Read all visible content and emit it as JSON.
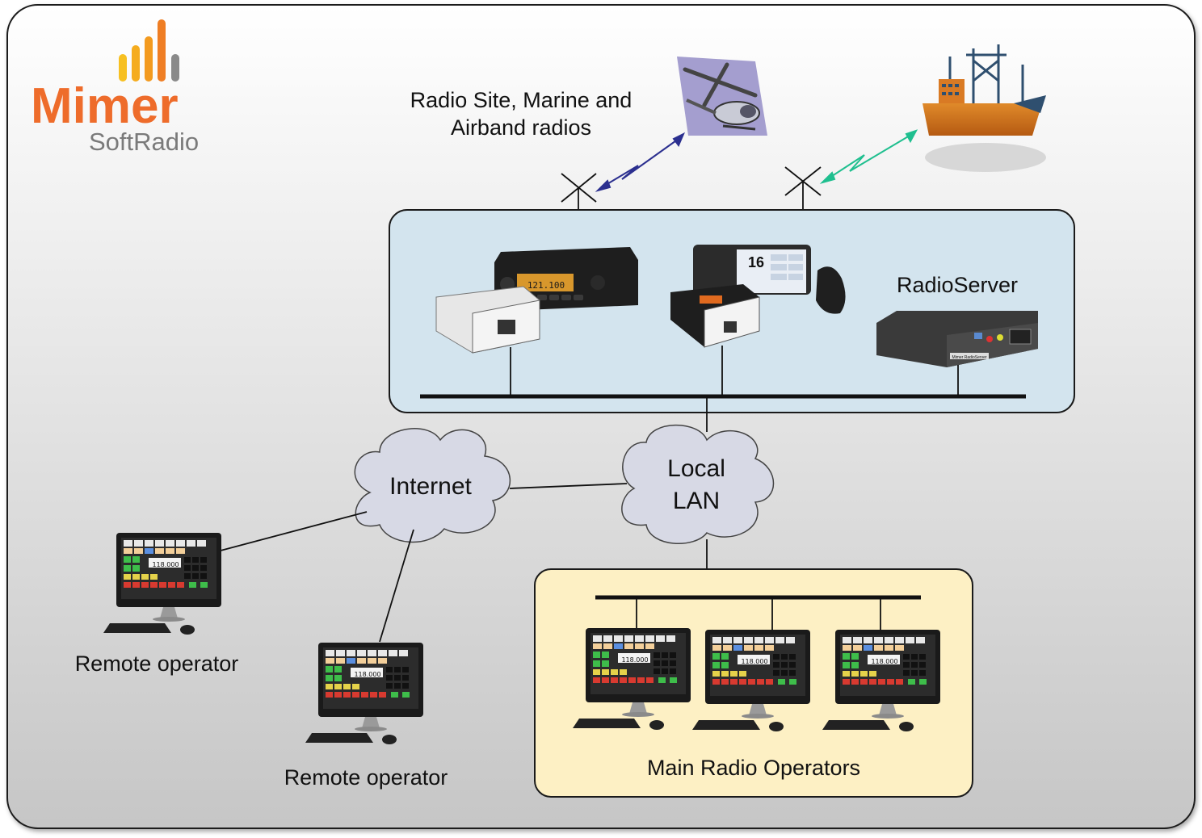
{
  "brand": {
    "name": "Mimer",
    "sub": "SoftRadio",
    "name_color": "#ee6c2b",
    "sub_color": "#7a7a7a",
    "bar_colors": [
      "#f5b51c",
      "#f5a21c",
      "#f39020",
      "#ef7a24",
      "#888888"
    ]
  },
  "labels": {
    "radio_site_line1": "Radio Site, Marine and",
    "radio_site_line2": "Airband radios",
    "radio_server": "RadioServer",
    "internet": "Internet",
    "local_line1": "Local",
    "local_line2": "LAN",
    "remote_operator_1": "Remote operator",
    "remote_operator_2": "Remote operator",
    "main_operators": "Main Radio Operators"
  },
  "devices": {
    "airband_display": "121.100",
    "marine_channel": "16",
    "server_badge": "Mimer RadioServer",
    "console_frequency": "118.000"
  },
  "colors": {
    "outer_gradient_top": "#ffffff",
    "outer_gradient_bottom": "#c9c9c9",
    "server_panel": "#d3e4ee",
    "operators_panel": "#fdf0c4",
    "cloud": "#d7d9e5",
    "link_air": "#2b2f8f",
    "link_marine": "#1fbf8f"
  }
}
